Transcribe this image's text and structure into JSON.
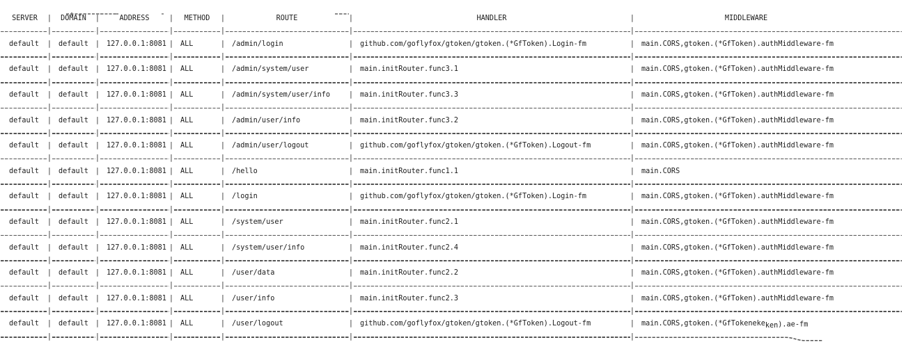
{
  "colors": {
    "text": "#1b1b1b",
    "line": "#555555",
    "background": "#ffffff"
  },
  "table": {
    "columns": [
      "SERVER",
      "DOMAIN",
      "ADDRESS",
      "METHOD",
      "ROUTE",
      "HANDLER",
      "MIDDLEWARE"
    ],
    "rows": [
      {
        "server": "default",
        "domain": "default",
        "address": "127.0.0.1:8081",
        "method": "ALL",
        "route": "/admin/login",
        "handler": "github.com/goflyfox/gtoken/gtoken.(*GfToken).Login-fm",
        "middleware": "main.CORS,gtoken.(*GfToken).authMiddleware-fm"
      },
      {
        "server": "default",
        "domain": "default",
        "address": "127.0.0.1:8081",
        "method": "ALL",
        "route": "/admin/system/user",
        "handler": "main.initRouter.func3.1",
        "middleware": "main.CORS,gtoken.(*GfToken).authMiddleware-fm"
      },
      {
        "server": "default",
        "domain": "default",
        "address": "127.0.0.1:8081",
        "method": "ALL",
        "route": "/admin/system/user/info",
        "handler": "main.initRouter.func3.3",
        "middleware": "main.CORS,gtoken.(*GfToken).authMiddleware-fm"
      },
      {
        "server": "default",
        "domain": "default",
        "address": "127.0.0.1:8081",
        "method": "ALL",
        "route": "/admin/user/info",
        "handler": "main.initRouter.func3.2",
        "middleware": "main.CORS,gtoken.(*GfToken).authMiddleware-fm"
      },
      {
        "server": "default",
        "domain": "default",
        "address": "127.0.0.1:8081",
        "method": "ALL",
        "route": "/admin/user/logout",
        "handler": "github.com/goflyfox/gtoken/gtoken.(*GfToken).Logout-fm",
        "middleware": "main.CORS,gtoken.(*GfToken).authMiddleware-fm"
      },
      {
        "server": "default",
        "domain": "default",
        "address": "127.0.0.1:8081",
        "method": "ALL",
        "route": "/hello",
        "handler": "main.initRouter.func1.1",
        "middleware": "main.CORS"
      },
      {
        "server": "default",
        "domain": "default",
        "address": "127.0.0.1:8081",
        "method": "ALL",
        "route": "/login",
        "handler": "github.com/goflyfox/gtoken/gtoken.(*GfToken).Login-fm",
        "middleware": "main.CORS,gtoken.(*GfToken).authMiddleware-fm"
      },
      {
        "server": "default",
        "domain": "default",
        "address": "127.0.0.1:8081",
        "method": "ALL",
        "route": "/system/user",
        "handler": "main.initRouter.func2.1",
        "middleware": "main.CORS,gtoken.(*GfToken).authMiddleware-fm"
      },
      {
        "server": "default",
        "domain": "default",
        "address": "127.0.0.1:8081",
        "method": "ALL",
        "route": "/system/user/info",
        "handler": "main.initRouter.func2.4",
        "middleware": "main.CORS,gtoken.(*GfToken).authMiddleware-fm"
      },
      {
        "server": "default",
        "domain": "default",
        "address": "127.0.0.1:8081",
        "method": "ALL",
        "route": "/user/data",
        "handler": "main.initRouter.func2.2",
        "middleware": "main.CORS,gtoken.(*GfToken).authMiddleware-fm"
      },
      {
        "server": "default",
        "domain": "default",
        "address": "127.0.0.1:8081",
        "method": "ALL",
        "route": "/user/info",
        "handler": "main.initRouter.func2.3",
        "middleware": "main.CORS,gtoken.(*GfToken).authMiddleware-fm"
      },
      {
        "server": "default",
        "domain": "default",
        "address": "127.0.0.1:8081",
        "method": "ALL",
        "route": "/user/logout",
        "handler": "github.com/goflyfox/gtoken/gtoken.(*GfToken).Logout-fm",
        "middleware_pre": "main.CORS,gtoken.(*GfTokeneke",
        "middleware_drop": "ken",
        "middleware_post": ").ae-fm"
      }
    ]
  }
}
